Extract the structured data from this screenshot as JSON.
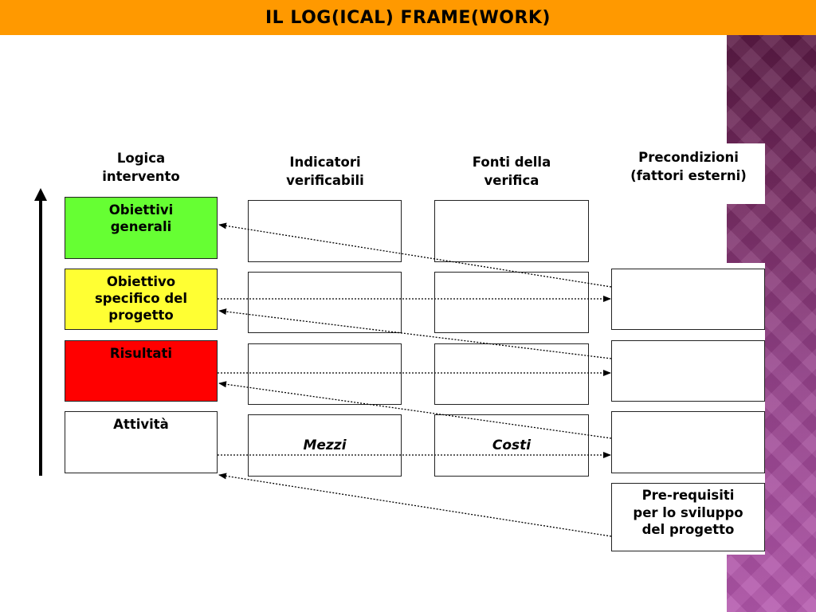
{
  "title": "IL LOG(ICAL) FRAME(WORK)",
  "headers": {
    "logica": "Logica\nintervento",
    "indicatori": "Indicatori\nverificabili",
    "fonti": "Fonti della\nverifica",
    "precondizioni": "Precondizioni\n(fattori esterni)"
  },
  "rows": {
    "obiettivi_generali": "Obiettivi\ngenerali",
    "obiettivo_specifico": "Obiettivo\nspecifico del\nprogetto",
    "risultati": "Risultati",
    "attivita": "Attività"
  },
  "cells": {
    "mezzi": "Mezzi",
    "costi": "Costi"
  },
  "prerequisiti": "Pre-requisiti\nper lo sviluppo\ndel progetto",
  "colors": {
    "title_bar": "#ff9900",
    "obiettivi_generali": "#66ff33",
    "obiettivo_specifico": "#ffff33",
    "risultati": "#ff0000",
    "side_band": "#7a2e66"
  }
}
